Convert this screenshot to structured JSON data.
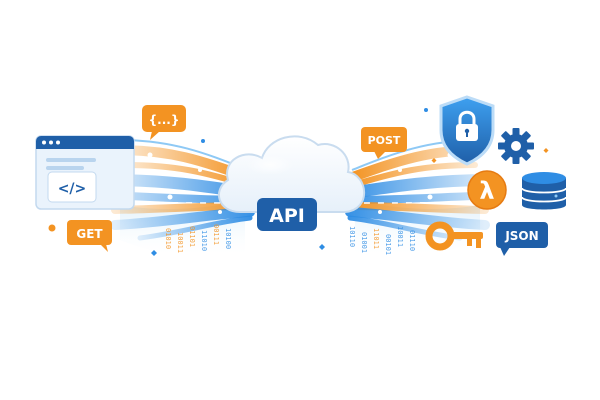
{
  "cloud": {
    "label": "API"
  },
  "bubbles": {
    "get": "GET",
    "post": "POST",
    "json": "JSON",
    "braces": "{...}"
  },
  "browser": {
    "code_symbol": "</>"
  },
  "icons": {
    "lambda": "λ",
    "shield": "shield-icon",
    "lock": "lock-icon",
    "gear": "gear-icon",
    "database": "database-icon",
    "key": "key-icon",
    "browser": "browser-window-icon",
    "cloud": "cloud-icon"
  },
  "binary": {
    "left_cols": [
      "01010",
      "10011",
      "01101",
      "11010",
      "00111",
      "10100"
    ],
    "right_cols": [
      "10110",
      "01001",
      "11011",
      "00101",
      "10011",
      "01110"
    ]
  },
  "colors": {
    "navy": "#1f5fa8",
    "blue": "#2f8de4",
    "light_blue": "#8ec9f5",
    "orange": "#f39322",
    "orange_dark": "#e67b12",
    "cloud_edge": "#c9dcef"
  }
}
